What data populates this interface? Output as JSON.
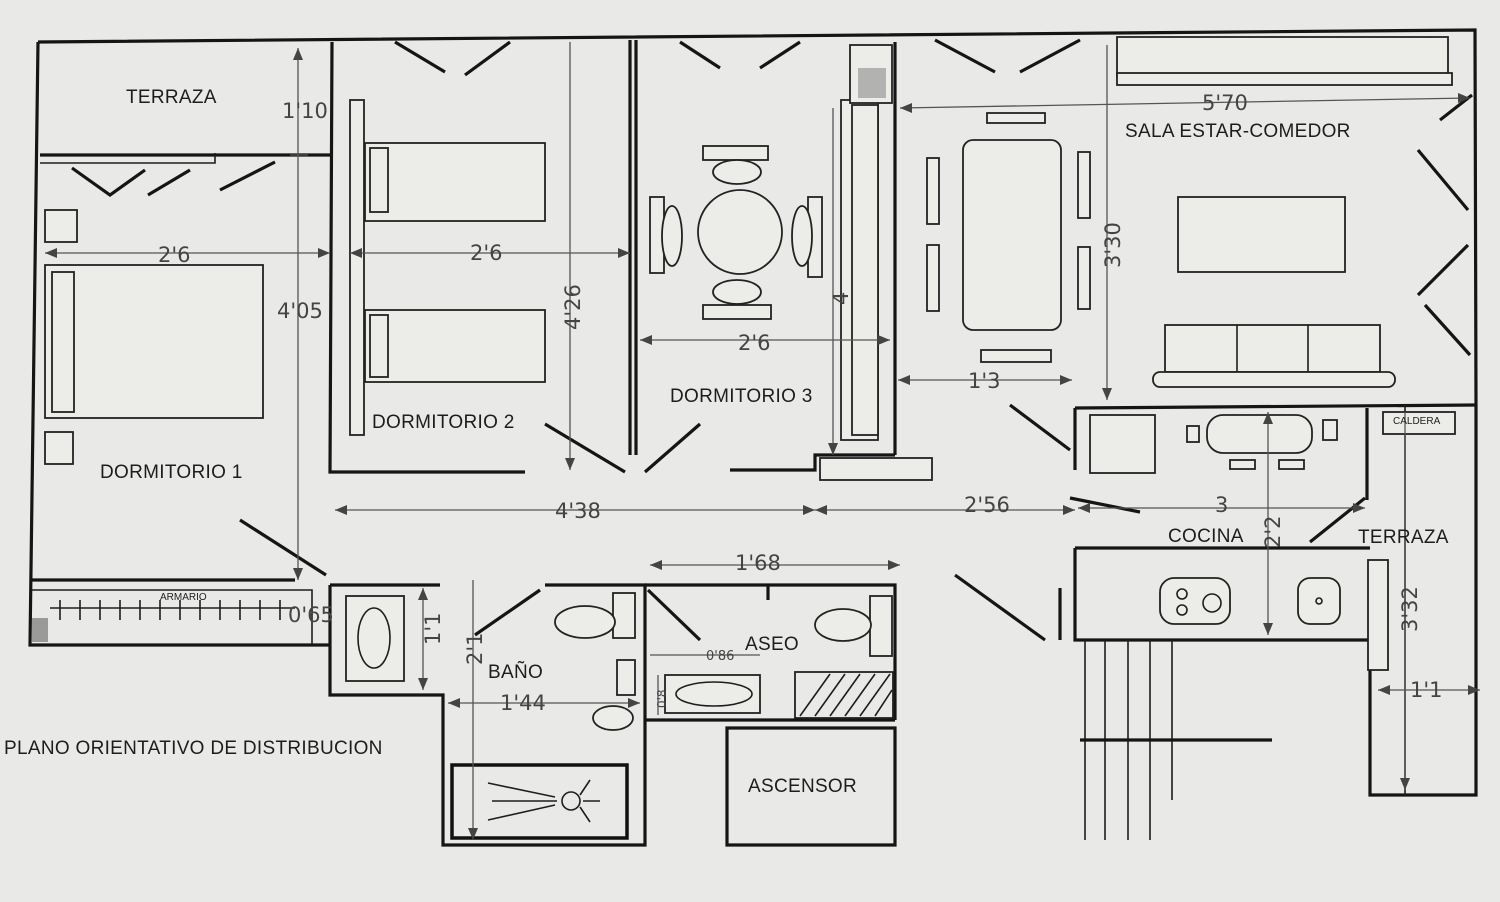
{
  "plan": {
    "title": "PLANO ORIENTATIVO DE DISTRIBUCION",
    "rooms": {
      "terraza_1": "TERRAZA",
      "dormitorio_1": "DORMITORIO 1",
      "dormitorio_2": "DORMITORIO 2",
      "dormitorio_3": "DORMITORIO 3",
      "sala": "SALA ESTAR-COMEDOR",
      "cocina": "COCINA",
      "terraza_2": "TERRAZA",
      "bano": "BAÑO",
      "aseo": "ASEO",
      "ascensor": "ASCENSOR",
      "armario": "ARMARIO",
      "caldera": "CALDERA"
    },
    "dimensions": {
      "terraza_depth": "1'10",
      "d1_width": "2'6",
      "d1_length": "4'05",
      "d2_width": "2'6",
      "d2_length": "4'26",
      "d3_width": "2'6",
      "d3_length": "4",
      "sala_width": "5'70",
      "sala_depth": "3'30",
      "sala_short": "1'3",
      "hall_1": "4'38",
      "hall_2": "2'56",
      "cocina_width": "3",
      "cocina_depth": "2'2",
      "terraza2_length": "3'32",
      "terraza2_width": "1'1",
      "armario_depth": "0'65",
      "bano_a": "1'1",
      "bano_length": "2'1",
      "bano_width": "1'44",
      "aseo_width": "1'68",
      "aseo_a": "0'86",
      "aseo_b": "0'8"
    }
  }
}
